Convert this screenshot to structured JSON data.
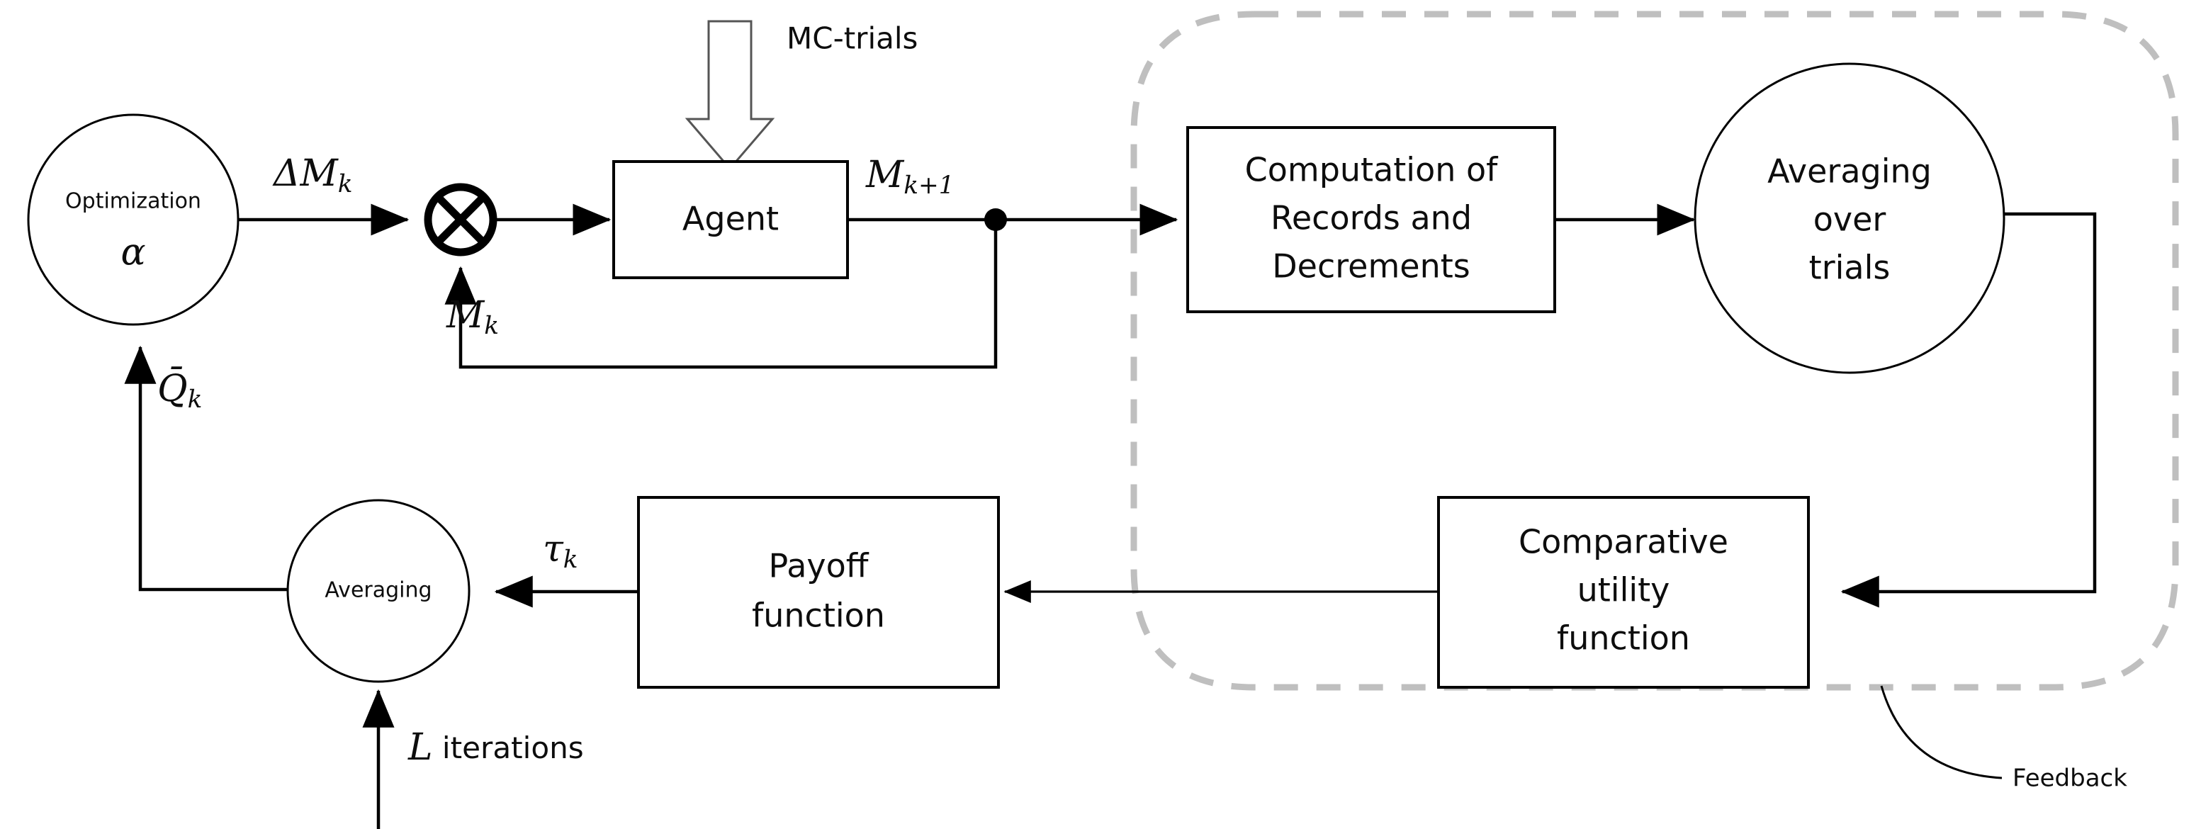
{
  "diagram": {
    "title": "Monte-Carlo optimization block diagram",
    "colors": {
      "stroke": "#000000",
      "background": "#ffffff",
      "dashed_boundary": "#bfbfbf"
    },
    "blocks": {
      "optimization": {
        "shape": "circle",
        "line1": "Optimization",
        "line2": "α"
      },
      "sum_junction": {
        "shape": "circle-with-x",
        "symbol": "⊗"
      },
      "agent": {
        "shape": "rect",
        "label": "Agent"
      },
      "computation": {
        "shape": "rect",
        "line1": "Computation of",
        "line2": "Records and",
        "line3": "Decrements"
      },
      "averaging_over_trials": {
        "shape": "circle",
        "line1": "Averaging",
        "line2": "over",
        "line3": "trials"
      },
      "comparative_utility": {
        "shape": "rect",
        "line1": "Comparative",
        "line2": "utility",
        "line3": "function"
      },
      "payoff": {
        "shape": "rect",
        "line1": "Payoff",
        "line2": "function"
      },
      "averaging": {
        "shape": "circle",
        "label": "Averaging"
      }
    },
    "signals": {
      "delta_m_k": {
        "base": "ΔM",
        "sub": "k"
      },
      "m_k": {
        "base": "M",
        "sub": "k"
      },
      "m_k_plus_1": {
        "base": "M",
        "sub": "k+1"
      },
      "q_bar_k": {
        "base": "Q̄",
        "sub": "k"
      },
      "tau_k": {
        "base": "τ",
        "sub": "k"
      }
    },
    "annotations": {
      "mc_trials": "MC-trials",
      "l_iterations_symbol": "L",
      "l_iterations_text": " iterations",
      "feedback": "Feedback"
    }
  }
}
